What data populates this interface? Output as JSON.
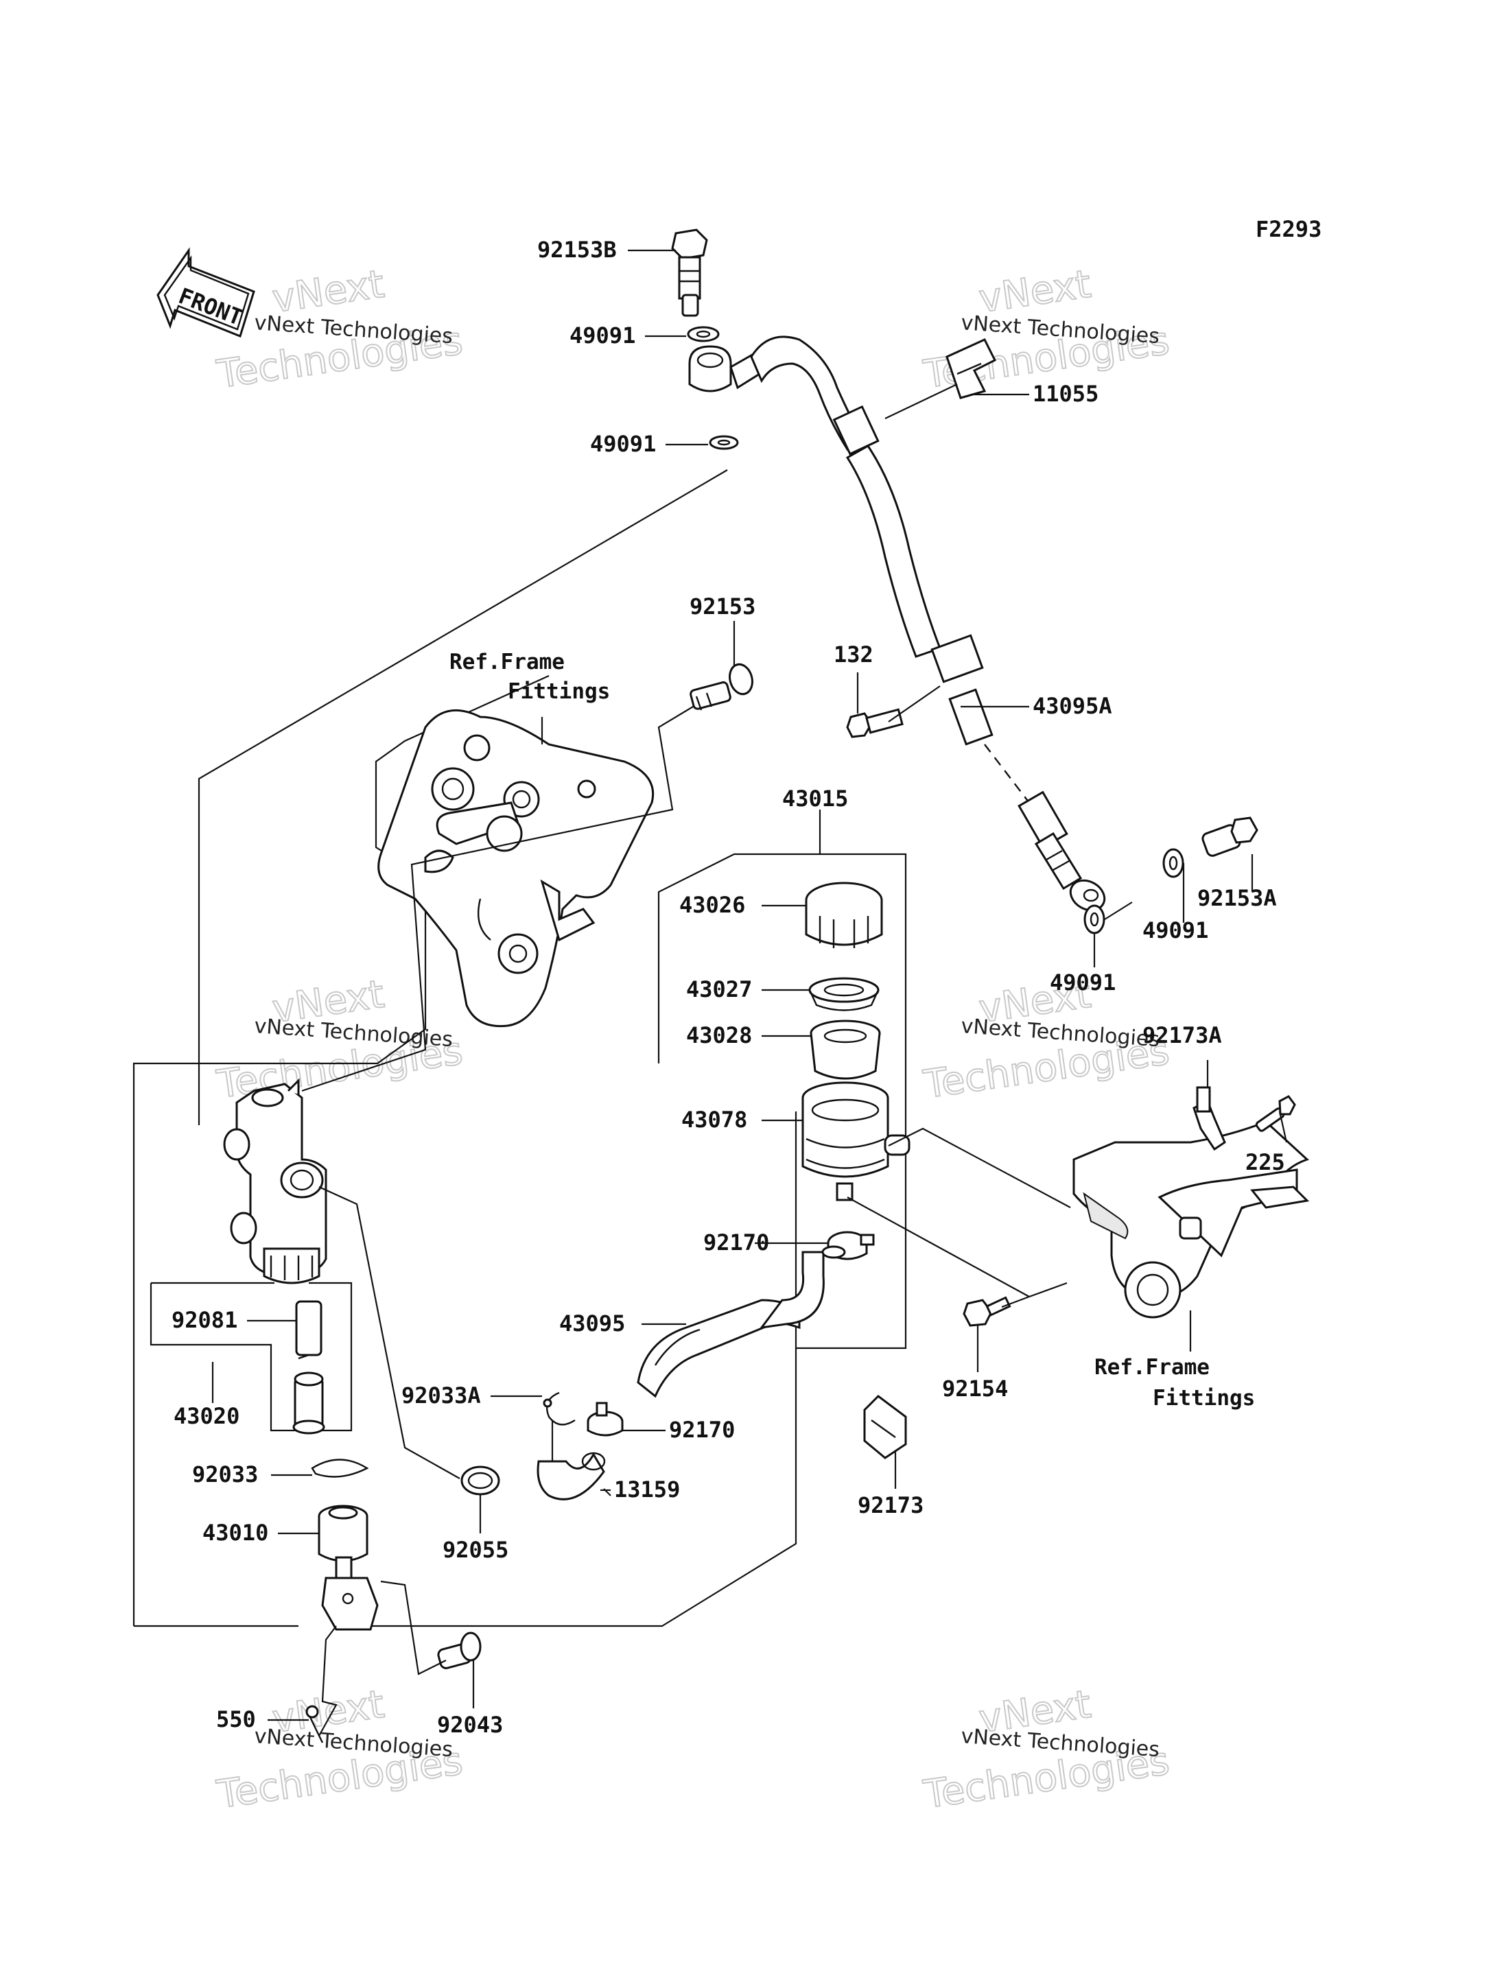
{
  "figure_code": "F2293",
  "front_label": "FRONT",
  "watermark": {
    "line1": "vNext",
    "line2": "Technologies",
    "caption": "vNext Technologies"
  },
  "refs": {
    "upper_line1": "Ref.Frame",
    "upper_line2": "Fittings",
    "lower_line1": "Ref.Frame",
    "lower_line2": "Fittings"
  },
  "parts": {
    "p92153B": "92153B",
    "p49091_a": "49091",
    "p49091_b": "49091",
    "p11055": "11055",
    "p92153": "92153",
    "p132": "132",
    "p43095A": "43095A",
    "p43015": "43015",
    "p43026": "43026",
    "p43027": "43027",
    "p43028": "43028",
    "p43078": "43078",
    "p92153A": "92153A",
    "p49091_c": "49091",
    "p49091_d": "49091",
    "p92173A": "92173A",
    "p225": "225",
    "p92170_a": "92170",
    "p43095": "43095",
    "p92154": "92154",
    "p92081": "92081",
    "p43020": "43020",
    "p92033A": "92033A",
    "p92170_b": "92170",
    "p13159": "13159",
    "p92033": "92033",
    "p92055": "92055",
    "p43010": "43010",
    "p92173": "92173",
    "p550": "550",
    "p92043": "92043"
  }
}
